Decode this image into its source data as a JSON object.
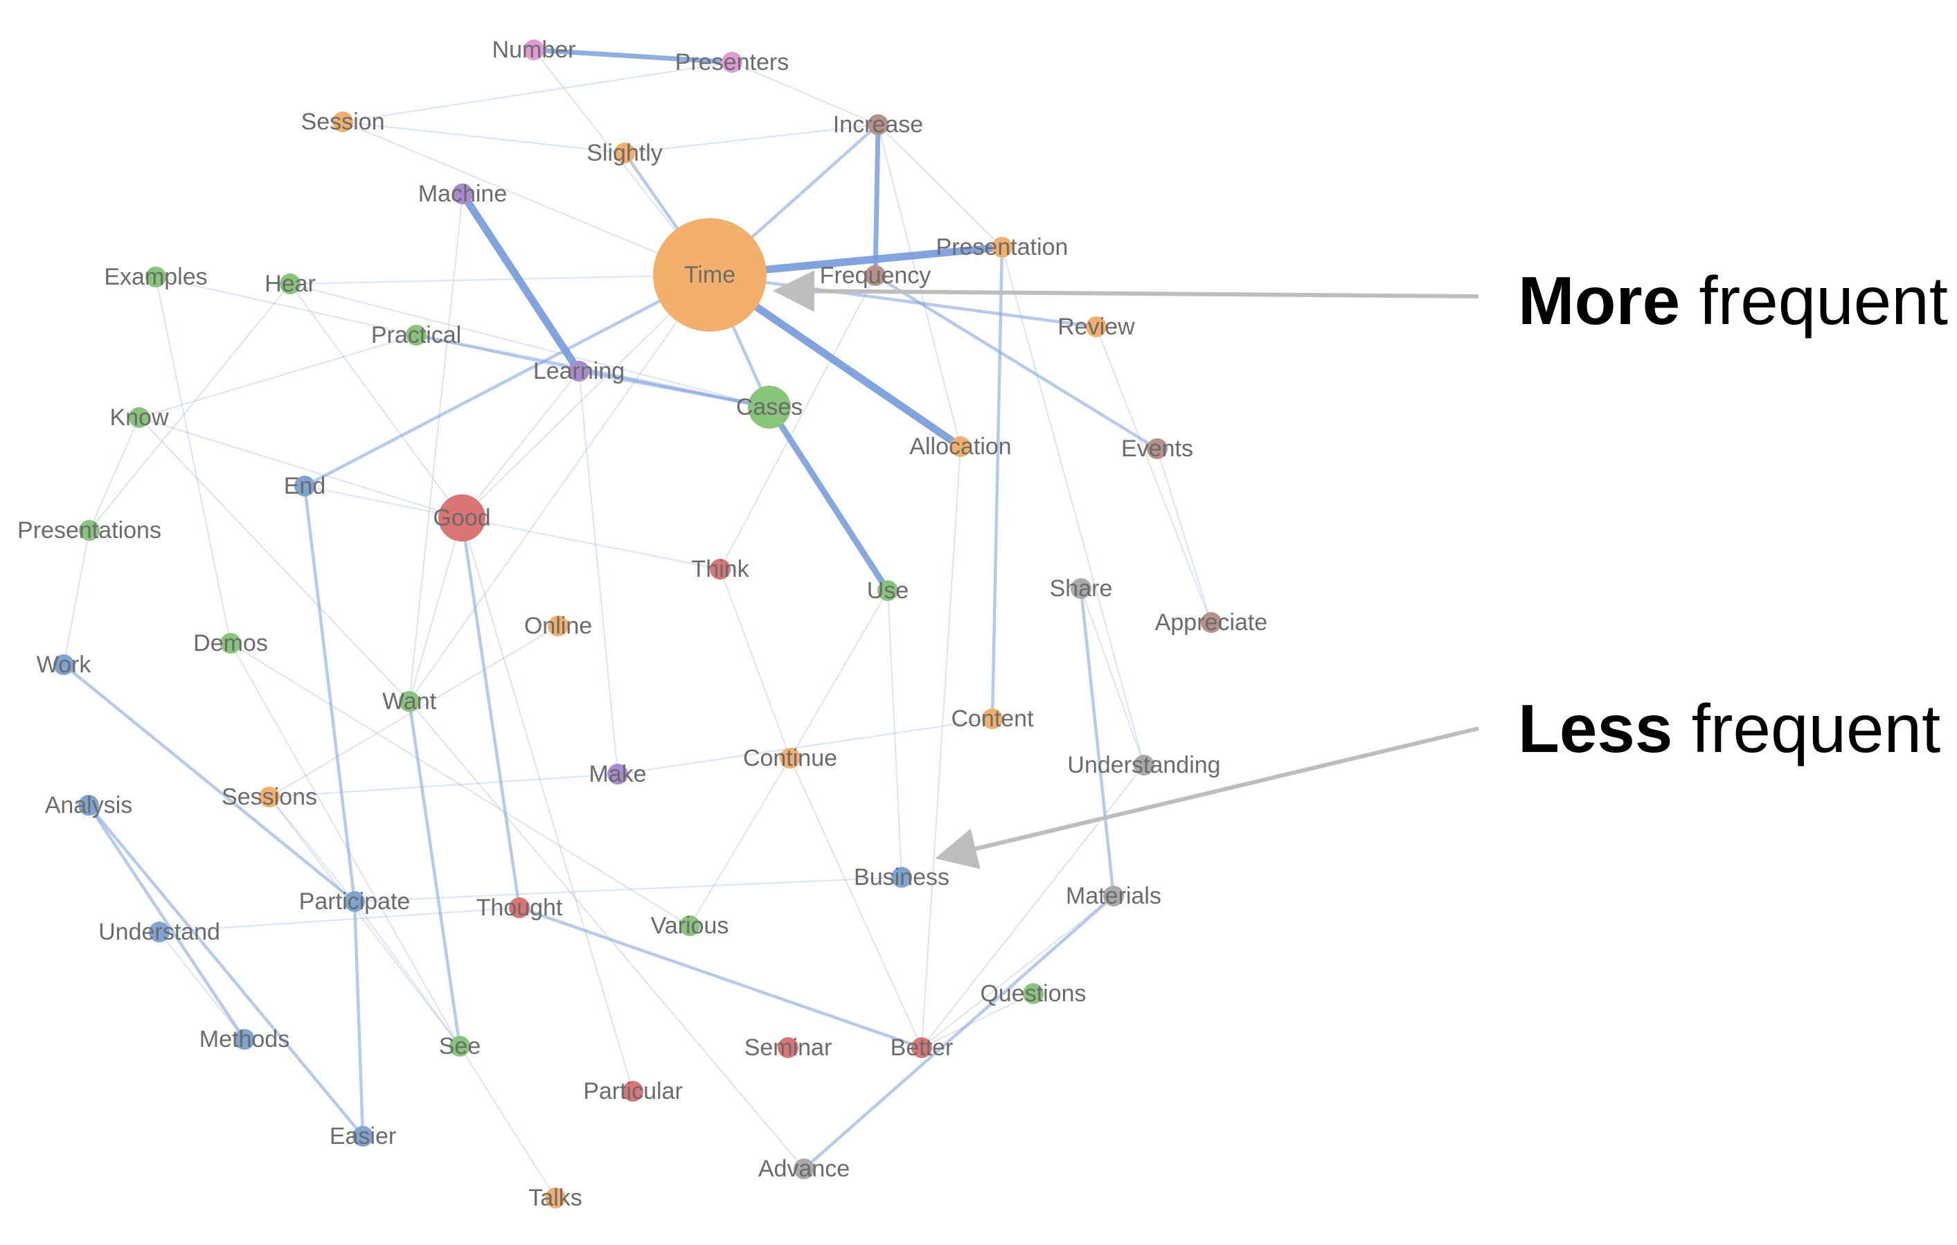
{
  "colors": {
    "orange": "#f3b06c",
    "green": "#88c47a",
    "red": "#d97575",
    "blue": "#7ea5d2",
    "purple": "#a98ad0",
    "pink": "#e29ad6",
    "brown": "#b69089",
    "gray": "#a9a9ab",
    "edge": "#7a9fdc",
    "label": "#6b6b6b",
    "arrow": "#bdbdbd",
    "annotation": "#000000"
  },
  "nodes": [
    {
      "id": "Number",
      "label": "Number",
      "color": "pink",
      "weight": 1
    },
    {
      "id": "Presenters",
      "label": "Presenters",
      "color": "pink",
      "weight": 1
    },
    {
      "id": "Session",
      "label": "Session",
      "color": "orange",
      "weight": 1
    },
    {
      "id": "Increase",
      "label": "Increase",
      "color": "brown",
      "weight": 1
    },
    {
      "id": "Slightly",
      "label": "Slightly",
      "color": "orange",
      "weight": 1
    },
    {
      "id": "Machine",
      "label": "Machine",
      "color": "purple",
      "weight": 1
    },
    {
      "id": "Time",
      "label": "Time",
      "color": "orange",
      "weight": 10
    },
    {
      "id": "Presentation",
      "label": "Presentation",
      "color": "orange",
      "weight": 1
    },
    {
      "id": "Frequency",
      "label": "Frequency",
      "color": "brown",
      "weight": 1
    },
    {
      "id": "Examples",
      "label": "Examples",
      "color": "green",
      "weight": 1
    },
    {
      "id": "Hear",
      "label": "Hear",
      "color": "green",
      "weight": 1
    },
    {
      "id": "Review",
      "label": "Review",
      "color": "orange",
      "weight": 1
    },
    {
      "id": "Practical",
      "label": "Practical",
      "color": "green",
      "weight": 1
    },
    {
      "id": "Learning",
      "label": "Learning",
      "color": "purple",
      "weight": 1
    },
    {
      "id": "Cases",
      "label": "Cases",
      "color": "green",
      "weight": 3
    },
    {
      "id": "Know",
      "label": "Know",
      "color": "green",
      "weight": 1
    },
    {
      "id": "Allocation",
      "label": "Allocation",
      "color": "orange",
      "weight": 1
    },
    {
      "id": "Events",
      "label": "Events",
      "color": "brown",
      "weight": 1
    },
    {
      "id": "End",
      "label": "End",
      "color": "blue",
      "weight": 1
    },
    {
      "id": "Good",
      "label": "Good",
      "color": "red",
      "weight": 4
    },
    {
      "id": "Presentations",
      "label": "Presentations",
      "color": "green",
      "weight": 1
    },
    {
      "id": "Think",
      "label": "Think",
      "color": "red",
      "weight": 1
    },
    {
      "id": "Use",
      "label": "Use",
      "color": "green",
      "weight": 1
    },
    {
      "id": "Share",
      "label": "Share",
      "color": "gray",
      "weight": 1
    },
    {
      "id": "Appreciate",
      "label": "Appreciate",
      "color": "brown",
      "weight": 1
    },
    {
      "id": "Online",
      "label": "Online",
      "color": "orange",
      "weight": 1
    },
    {
      "id": "Demos",
      "label": "Demos",
      "color": "green",
      "weight": 1
    },
    {
      "id": "Work",
      "label": "Work",
      "color": "blue",
      "weight": 1
    },
    {
      "id": "Want",
      "label": "Want",
      "color": "green",
      "weight": 1
    },
    {
      "id": "Content",
      "label": "Content",
      "color": "orange",
      "weight": 1
    },
    {
      "id": "Continue",
      "label": "Continue",
      "color": "orange",
      "weight": 1
    },
    {
      "id": "Understanding",
      "label": "Understanding",
      "color": "gray",
      "weight": 1
    },
    {
      "id": "Make",
      "label": "Make",
      "color": "purple",
      "weight": 1
    },
    {
      "id": "Sessions",
      "label": "Sessions",
      "color": "orange",
      "weight": 1
    },
    {
      "id": "Analysis",
      "label": "Analysis",
      "color": "blue",
      "weight": 1
    },
    {
      "id": "Business",
      "label": "Business",
      "color": "blue",
      "weight": 1
    },
    {
      "id": "Materials",
      "label": "Materials",
      "color": "gray",
      "weight": 1
    },
    {
      "id": "Participate",
      "label": "Participate",
      "color": "blue",
      "weight": 1
    },
    {
      "id": "Thought",
      "label": "Thought",
      "color": "red",
      "weight": 1
    },
    {
      "id": "Various",
      "label": "Various",
      "color": "green",
      "weight": 1
    },
    {
      "id": "Understand",
      "label": "Understand",
      "color": "blue",
      "weight": 1
    },
    {
      "id": "Questions",
      "label": "Questions",
      "color": "green",
      "weight": 1
    },
    {
      "id": "Methods",
      "label": "Methods",
      "color": "blue",
      "weight": 1
    },
    {
      "id": "See",
      "label": "See",
      "color": "green",
      "weight": 1
    },
    {
      "id": "Seminar",
      "label": "Seminar",
      "color": "red",
      "weight": 1
    },
    {
      "id": "Better",
      "label": "Better",
      "color": "red",
      "weight": 1
    },
    {
      "id": "Particular",
      "label": "Particular",
      "color": "red",
      "weight": 1
    },
    {
      "id": "Easier",
      "label": "Easier",
      "color": "blue",
      "weight": 1
    },
    {
      "id": "Advance",
      "label": "Advance",
      "color": "gray",
      "weight": 1
    },
    {
      "id": "Talks",
      "label": "Talks",
      "color": "orange",
      "weight": 1
    }
  ],
  "edges": [
    {
      "source": "Number",
      "target": "Presenters",
      "weight": 3
    },
    {
      "source": "Number",
      "target": "Time",
      "weight": 1
    },
    {
      "source": "Presenters",
      "target": "Session",
      "weight": 1
    },
    {
      "source": "Presenters",
      "target": "Increase",
      "weight": 1
    },
    {
      "source": "Session",
      "target": "Slightly",
      "weight": 1
    },
    {
      "source": "Slightly",
      "target": "Increase",
      "weight": 1
    },
    {
      "source": "Slightly",
      "target": "Time",
      "weight": 2
    },
    {
      "source": "Increase",
      "target": "Time",
      "weight": 2
    },
    {
      "source": "Increase",
      "target": "Frequency",
      "weight": 3
    },
    {
      "source": "Increase",
      "target": "Allocation",
      "weight": 1
    },
    {
      "source": "Increase",
      "target": "Presentation",
      "weight": 1
    },
    {
      "source": "Session",
      "target": "Time",
      "weight": 1
    },
    {
      "source": "Machine",
      "target": "Learning",
      "weight": 5
    },
    {
      "source": "Machine",
      "target": "Want",
      "weight": 1
    },
    {
      "source": "Time",
      "target": "Presentation",
      "weight": 5
    },
    {
      "source": "Time",
      "target": "Allocation",
      "weight": 5
    },
    {
      "source": "Time",
      "target": "Cases",
      "weight": 2
    },
    {
      "source": "Time",
      "target": "End",
      "weight": 2
    },
    {
      "source": "Time",
      "target": "Review",
      "weight": 2
    },
    {
      "source": "Time",
      "target": "Hear",
      "weight": 1
    },
    {
      "source": "Time",
      "target": "Good",
      "weight": 1
    },
    {
      "source": "Frequency",
      "target": "Events",
      "weight": 2
    },
    {
      "source": "Frequency",
      "target": "Think",
      "weight": 1
    },
    {
      "source": "Presentation",
      "target": "Content",
      "weight": 2
    },
    {
      "source": "Presentation",
      "target": "Understanding",
      "weight": 1
    },
    {
      "source": "Examples",
      "target": "Learning",
      "weight": 1
    },
    {
      "source": "Examples",
      "target": "Demos",
      "weight": 1
    },
    {
      "source": "Hear",
      "target": "Cases",
      "weight": 1
    },
    {
      "source": "Hear",
      "target": "Good",
      "weight": 1
    },
    {
      "source": "Hear",
      "target": "Presentations",
      "weight": 1
    },
    {
      "source": "Practical",
      "target": "Cases",
      "weight": 2
    },
    {
      "source": "Practical",
      "target": "Know",
      "weight": 1
    },
    {
      "source": "Learning",
      "target": "Cases",
      "weight": 2
    },
    {
      "source": "Learning",
      "target": "Make",
      "weight": 1
    },
    {
      "source": "Learning",
      "target": "Good",
      "weight": 1
    },
    {
      "source": "Cases",
      "target": "Use",
      "weight": 4
    },
    {
      "source": "Know",
      "target": "Good",
      "weight": 1
    },
    {
      "source": "Know",
      "target": "Presentations",
      "weight": 1
    },
    {
      "source": "Know",
      "target": "Want",
      "weight": 1
    },
    {
      "source": "End",
      "target": "Good",
      "weight": 1
    },
    {
      "source": "End",
      "target": "Participate",
      "weight": 2
    },
    {
      "source": "Good",
      "target": "Think",
      "weight": 1
    },
    {
      "source": "Good",
      "target": "Thought",
      "weight": 2
    },
    {
      "source": "Good",
      "target": "Particular",
      "weight": 1
    },
    {
      "source": "Presentations",
      "target": "Work",
      "weight": 1
    },
    {
      "source": "Use",
      "target": "Business",
      "weight": 1
    },
    {
      "source": "Use",
      "target": "Continue",
      "weight": 1
    },
    {
      "source": "Share",
      "target": "Materials",
      "weight": 2
    },
    {
      "source": "Share",
      "target": "Understanding",
      "weight": 1
    },
    {
      "source": "Events",
      "target": "Appreciate",
      "weight": 1
    },
    {
      "source": "Review",
      "target": "Appreciate",
      "weight": 1
    },
    {
      "source": "Online",
      "target": "Sessions",
      "weight": 1
    },
    {
      "source": "Demos",
      "target": "See",
      "weight": 1
    },
    {
      "source": "Demos",
      "target": "Various",
      "weight": 1
    },
    {
      "source": "Work",
      "target": "Participate",
      "weight": 2
    },
    {
      "source": "Want",
      "target": "See",
      "weight": 2
    },
    {
      "source": "Want",
      "target": "Advance",
      "weight": 1
    },
    {
      "source": "Content",
      "target": "Make",
      "weight": 1
    },
    {
      "source": "Continue",
      "target": "Various",
      "weight": 1
    },
    {
      "source": "Continue",
      "target": "Better",
      "weight": 1
    },
    {
      "source": "Think",
      "target": "Continue",
      "weight": 1
    },
    {
      "source": "Understanding",
      "target": "Better",
      "weight": 1
    },
    {
      "source": "Make",
      "target": "Sessions",
      "weight": 1
    },
    {
      "source": "Sessions",
      "target": "Participate",
      "weight": 1
    },
    {
      "source": "Analysis",
      "target": "Methods",
      "weight": 2
    },
    {
      "source": "Analysis",
      "target": "Easier",
      "weight": 2
    },
    {
      "source": "Business",
      "target": "Participate",
      "weight": 1
    },
    {
      "source": "Materials",
      "target": "Better",
      "weight": 1
    },
    {
      "source": "Materials",
      "target": "Advance",
      "weight": 2
    },
    {
      "source": "Participate",
      "target": "Easier",
      "weight": 2
    },
    {
      "source": "Participate",
      "target": "See",
      "weight": 1
    },
    {
      "source": "Thought",
      "target": "Better",
      "weight": 2
    },
    {
      "source": "Thought",
      "target": "Understand",
      "weight": 1
    },
    {
      "source": "Understand",
      "target": "Methods",
      "weight": 1
    },
    {
      "source": "Questions",
      "target": "Better",
      "weight": 1
    },
    {
      "source": "Allocation",
      "target": "Better",
      "weight": 1
    },
    {
      "source": "Sessions",
      "target": "See",
      "weight": 1
    },
    {
      "source": "See",
      "target": "Talks",
      "weight": 1
    },
    {
      "source": "Want",
      "target": "Good",
      "weight": 1
    },
    {
      "source": "Time",
      "target": "Want",
      "weight": 1
    }
  ],
  "annotations": {
    "more": {
      "bold": "More",
      "rest": " frequent"
    },
    "less": {
      "bold": "Less",
      "rest": " frequent"
    }
  }
}
